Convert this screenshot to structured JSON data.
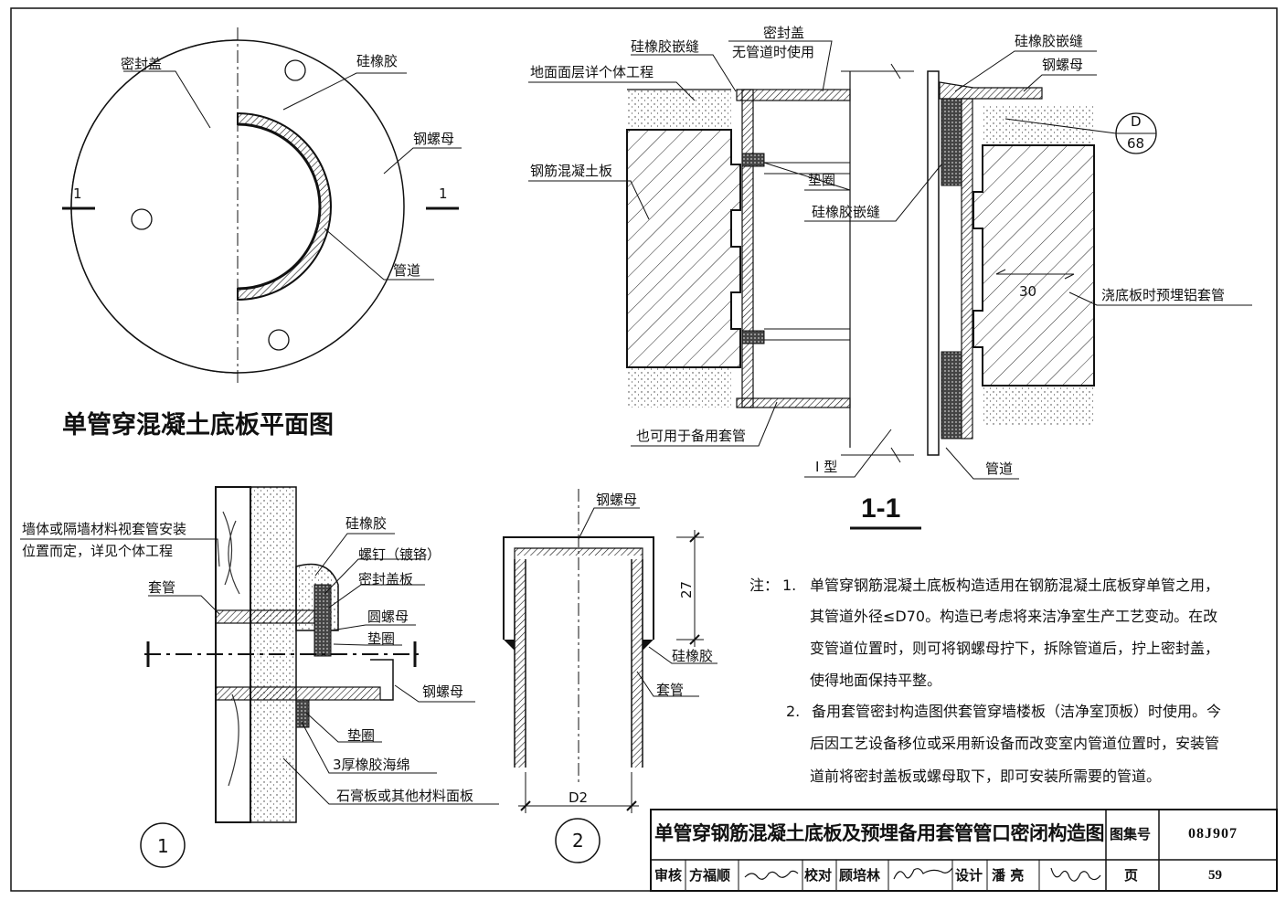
{
  "plan": {
    "title": "单管穿混凝土底板平面图",
    "labels": {
      "cover": "密封盖",
      "silicone": "硅橡胶",
      "steel_nut": "钢螺母",
      "pipe": "管道"
    },
    "section_mark": "1"
  },
  "section": {
    "title": "1-1",
    "labels": {
      "silicone_joint_top": "硅橡胶嵌缝",
      "cover": "密封盖",
      "cover_note": "无管道时使用",
      "floor_finish": "地面面层详个体工程",
      "rc_slab": "钢筋混凝土板",
      "gasket": "垫圈",
      "silicone_joint_mid": "硅橡胶嵌缝",
      "spare_sleeve": "也可用于备用套管",
      "type_one": "I 型",
      "silicone_joint_right": "硅橡胶嵌缝",
      "steel_nut": "钢螺母",
      "embedded_sleeve": "浇底板时预埋铝套管",
      "pipe": "管道",
      "dim_30": "30"
    },
    "detail_ref": {
      "letter": "D",
      "page": "68"
    }
  },
  "detail1": {
    "number": "1",
    "labels": {
      "wall_material_1": "墙体或隔墙材料视套管安装",
      "wall_material_2": "位置而定，详见个体工程",
      "sleeve": "套管",
      "silicone": "硅橡胶",
      "screw": "螺钉（镀铬）",
      "cover_plate": "密封盖板",
      "round_nut": "圆螺母",
      "gasket_top": "垫圈",
      "steel_nut": "钢螺母",
      "gasket_bottom": "垫圈",
      "sponge": "3厚橡胶海绵",
      "panel": "石膏板或其他材料面板"
    }
  },
  "detail2": {
    "number": "2",
    "labels": {
      "steel_nut": "钢螺母",
      "silicone": "硅橡胶",
      "sleeve": "套管",
      "dim_27": "27",
      "dim_d2": "D2"
    }
  },
  "notes": {
    "prefix": "注：",
    "items": [
      {
        "num": "1.",
        "lines": [
          "单管穿钢筋混凝土底板构造适用在钢筋混凝土底板穿单管之用，",
          "其管道外径≤D70。构造已考虑将来洁净室生产工艺变动。在改",
          "变管道位置时，则可将钢螺母拧下，拆除管道后，拧上密封盖，",
          "使得地面保持平整。"
        ]
      },
      {
        "num": "2.",
        "lines": [
          "备用套管密封构造图供套管穿墙楼板（洁净室顶板）时使用。今",
          "后因工艺设备移位或采用新设备而改变室内管道位置时，安装管",
          "道前将密封盖板或螺母取下，即可安装所需要的管道。"
        ]
      }
    ]
  },
  "title_block": {
    "title": "单管穿钢筋混凝土底板及预埋备用套管管口密闭构造图",
    "atlas_label": "图集号",
    "atlas_no": "08J907",
    "review_label": "审核",
    "reviewer": "方福顺",
    "check_label": "校对",
    "checker": "顾培林",
    "design_label": "设计",
    "designer": "潘 亮",
    "page_label": "页",
    "page_no": "59"
  }
}
